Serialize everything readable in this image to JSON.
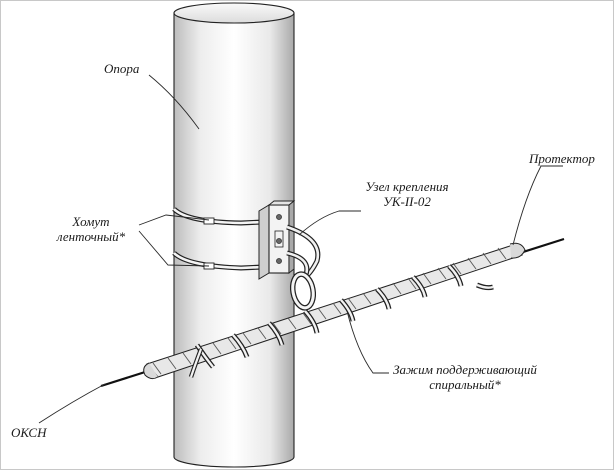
{
  "labels": {
    "pole": "Опора",
    "band_clamp": {
      "line1": "Хомут",
      "line2": "ленточный*"
    },
    "mount_unit": {
      "line1": "Узел крепления",
      "line2": "УК-II-02"
    },
    "protector": "Протектор",
    "spiral_clamp": {
      "line1": "Зажим поддерживающий",
      "line2": "спиральный*"
    },
    "cable": "ОКСН"
  }
}
